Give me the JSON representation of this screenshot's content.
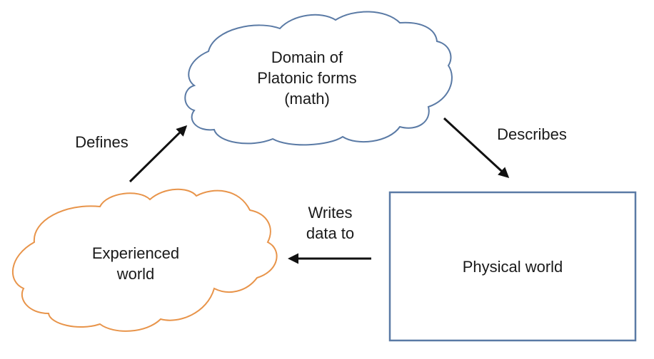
{
  "nodes": {
    "platonic": {
      "lines": [
        "Domain of",
        "Platonic forms",
        "(math)"
      ],
      "shape": "cloud",
      "stroke": "#5a7aa5"
    },
    "experienced": {
      "lines": [
        "Experienced",
        "world"
      ],
      "shape": "cloud",
      "stroke": "#e8944a"
    },
    "physical": {
      "label": "Physical world",
      "shape": "rectangle",
      "stroke": "#5a7aa5"
    }
  },
  "edges": {
    "defines": {
      "lines": [
        "Defines"
      ],
      "from": "experienced",
      "to": "platonic"
    },
    "describes": {
      "lines": [
        "Describes"
      ],
      "from": "platonic",
      "to": "physical"
    },
    "writes": {
      "lines": [
        "Writes",
        "data to"
      ],
      "from": "physical",
      "to": "experienced"
    }
  }
}
